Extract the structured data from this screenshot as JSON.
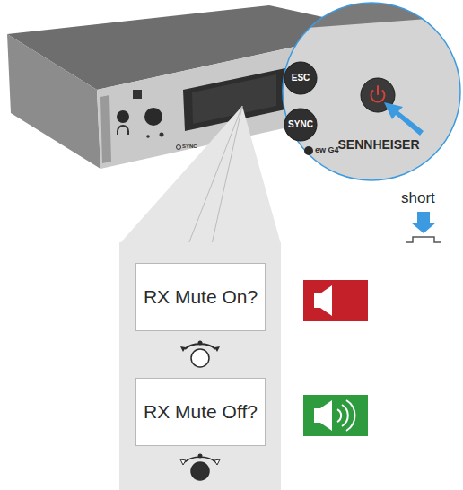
{
  "diagram": {
    "nodes": [
      {
        "text": [
          "RX Mute On?"
        ]
      },
      {
        "text": [
          "RX Mute Off?"
        ]
      }
    ],
    "labels": [
      "SYNC",
      "ESC",
      "SYNC",
      "ew G4",
      "SENNHEISER",
      "short"
    ]
  }
}
